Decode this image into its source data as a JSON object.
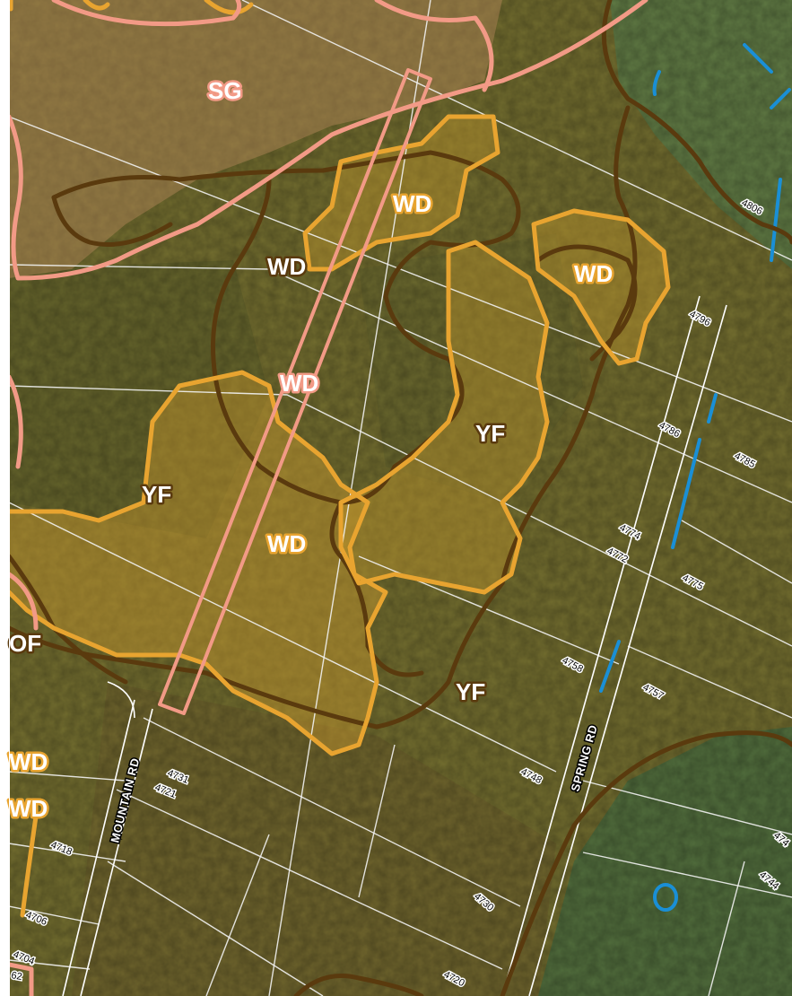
{
  "map": {
    "colors": {
      "imagery_canopy": "#6f6a2e",
      "imagery_forest_dark": "#5c5e2a",
      "imagery_green_east": "#4f6a3b",
      "unclassified_green": "#5d7642",
      "overlay_sg": "#b5875a",
      "overlay_brown": "#8a6a2a",
      "overlay_yellow": "#c99a2e",
      "outline_sg_pink": "#f29a86",
      "outline_wd_orange": "#e8a430",
      "outline_dark_brown": "#5a3a0e",
      "parcel_lines": "#f2f2f2",
      "water_blue": "#1a8fd6"
    },
    "zone_labels": [
      {
        "id": "sg-1",
        "text": "SG",
        "style": "pink"
      },
      {
        "id": "wd-1",
        "text": "WD",
        "style": "orange"
      },
      {
        "id": "wd-2",
        "text": "WD",
        "style": "brown"
      },
      {
        "id": "wd-3",
        "text": "WD",
        "style": "orange"
      },
      {
        "id": "wd-4",
        "text": "WD",
        "style": "pink"
      },
      {
        "id": "yf-1",
        "text": "YF",
        "style": "brown"
      },
      {
        "id": "yf-2",
        "text": "YF",
        "style": "brown"
      },
      {
        "id": "wd-5",
        "text": "WD",
        "style": "orange"
      },
      {
        "id": "of-1",
        "text": "OF",
        "style": "brown"
      },
      {
        "id": "yf-3",
        "text": "YF",
        "style": "brown"
      },
      {
        "id": "wd-6",
        "text": "WD",
        "style": "orange"
      },
      {
        "id": "wd-7",
        "text": "WD",
        "style": "orange"
      }
    ],
    "road_labels": {
      "mountain_rd": "MOUNTAIN RD",
      "spring_rd": "SPRING RD"
    },
    "addresses": {
      "a4806": "4806",
      "a4796": "4796",
      "a4786": "4786",
      "a4785": "4785",
      "a4774": "4774",
      "a4772": "4772",
      "a4775": "4775",
      "a4758": "4758",
      "a4757": "4757",
      "a4748": "4748",
      "a4731": "4731",
      "a4721": "4721",
      "a4718": "4718",
      "a4730": "4730",
      "a4720": "4720",
      "a4706": "4706",
      "a4704": "4704",
      "a4744": "4744",
      "a474x": "474",
      "a62": "62"
    }
  }
}
